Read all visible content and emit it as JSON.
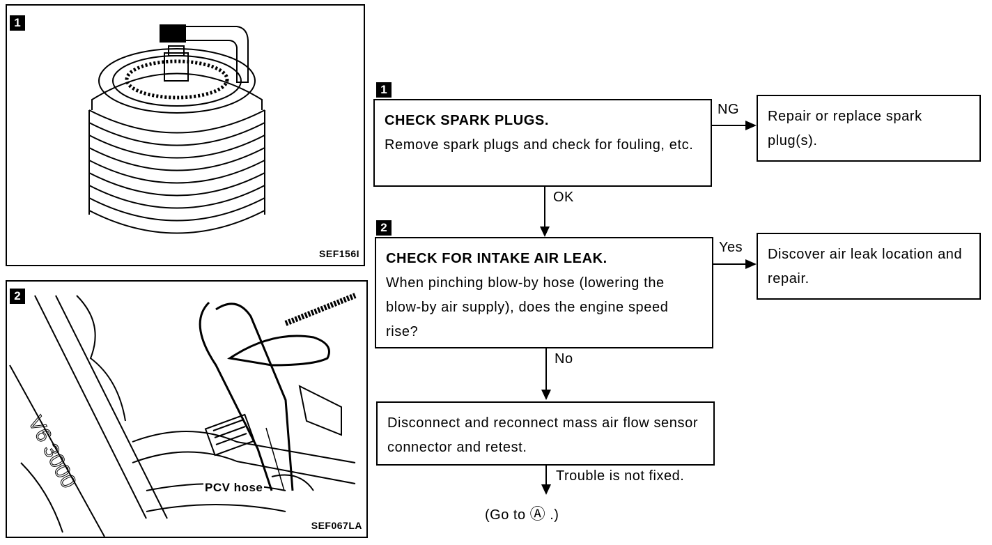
{
  "figures": {
    "fig1": {
      "badge": "1",
      "code": "SEF156I"
    },
    "fig2": {
      "badge": "2",
      "code": "SEF067LA",
      "callout": "PCV hose"
    }
  },
  "flow": {
    "step1": {
      "badge": "1",
      "title": "CHECK SPARK PLUGS.",
      "text": "Remove spark plugs and check for fouling, etc.",
      "ng_label": "NG",
      "ng_action": "Repair or replace spark plug(s).",
      "ok_label": "OK"
    },
    "step2": {
      "badge": "2",
      "title": "CHECK FOR INTAKE AIR LEAK.",
      "text": "When pinching blow-by hose (lowering the blow-by air supply), does the engine speed rise?",
      "yes_label": "Yes",
      "yes_action": "Discover air leak location and repair.",
      "no_label": "No"
    },
    "step3": {
      "text": "Disconnect and reconnect mass air flow sensor connector and retest.",
      "result_label": "Trouble is not fixed.",
      "goto_prefix": "(Go to",
      "goto_symbol": "Ⓐ",
      "goto_suffix": ".)"
    }
  }
}
